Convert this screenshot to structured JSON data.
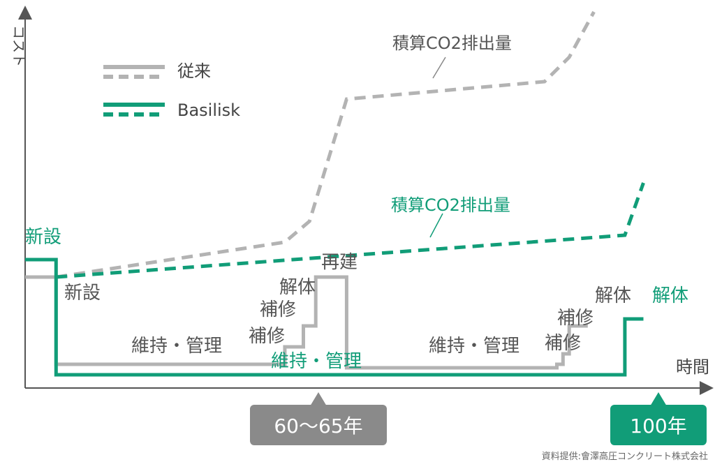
{
  "colors": {
    "conventional": "#b3b3b3",
    "basilisk": "#119d78",
    "axis": "#555555",
    "text": "#444444",
    "badge_gray": "#8a8a8a",
    "badge_green": "#119d78"
  },
  "chart_data": {
    "type": "line",
    "ylabel": "コスト",
    "xlabel": "時間",
    "x_unit": "年",
    "xlim": [
      0,
      110
    ],
    "ylim": [
      0,
      100
    ],
    "legend": {
      "placement": "top-left",
      "conventional": "従来",
      "basilisk": "Basilisk",
      "solid_meaning": "",
      "dashed_meaning": ""
    },
    "series": [
      {
        "name": "従来",
        "style": "solid",
        "points": [
          [
            0,
            29
          ],
          [
            5,
            29
          ],
          [
            5,
            4
          ],
          [
            42,
            4
          ],
          [
            42,
            9
          ],
          [
            45,
            9
          ],
          [
            45,
            15
          ],
          [
            47,
            15
          ],
          [
            47,
            29
          ],
          [
            52,
            29
          ],
          [
            52,
            3
          ],
          [
            86,
            3
          ],
          [
            86,
            4
          ],
          [
            87,
            4
          ],
          [
            87,
            7
          ],
          [
            88,
            7
          ],
          [
            88,
            15
          ],
          [
            91,
            15
          ]
        ]
      },
      {
        "name": "従来",
        "style": "dashed",
        "points": [
          [
            5,
            29
          ],
          [
            42,
            39
          ],
          [
            46,
            45
          ],
          [
            52,
            80
          ],
          [
            84,
            85
          ],
          [
            88,
            92
          ],
          [
            92,
            105
          ]
        ]
      },
      {
        "name": "Basilisk",
        "style": "solid",
        "points": [
          [
            0,
            34
          ],
          [
            5,
            34
          ],
          [
            5,
            1
          ],
          [
            97,
            1
          ],
          [
            97,
            17
          ],
          [
            100,
            17
          ]
        ]
      },
      {
        "name": "Basilisk",
        "style": "dashed",
        "points": [
          [
            5,
            29
          ],
          [
            97,
            41
          ],
          [
            100,
            56
          ]
        ]
      }
    ],
    "annotations": {
      "conv_co2": "積算CO2排出量",
      "basilisk_co2": "積算CO2排出量",
      "shinsetsu_basilisk": "新設",
      "shinsetsu_conv": "新設",
      "iji_kanri_1": "維持・管理",
      "iji_kanri_basilisk": "維持・管理",
      "iji_kanri_2": "維持・管理",
      "hoshu_1": "補修",
      "hoshu_2": "補修",
      "kaitai_1": "解体",
      "saiken": "再建",
      "hoshu_3": "補修",
      "hoshu_4": "補修",
      "kaitai_2": "解体",
      "kaitai_basilisk": "解体"
    },
    "markers": [
      {
        "label": "60〜65年",
        "color": "gray"
      },
      {
        "label": "100年",
        "color": "green"
      }
    ],
    "source": "資料提供:會澤高圧コンクリート株式会社"
  }
}
